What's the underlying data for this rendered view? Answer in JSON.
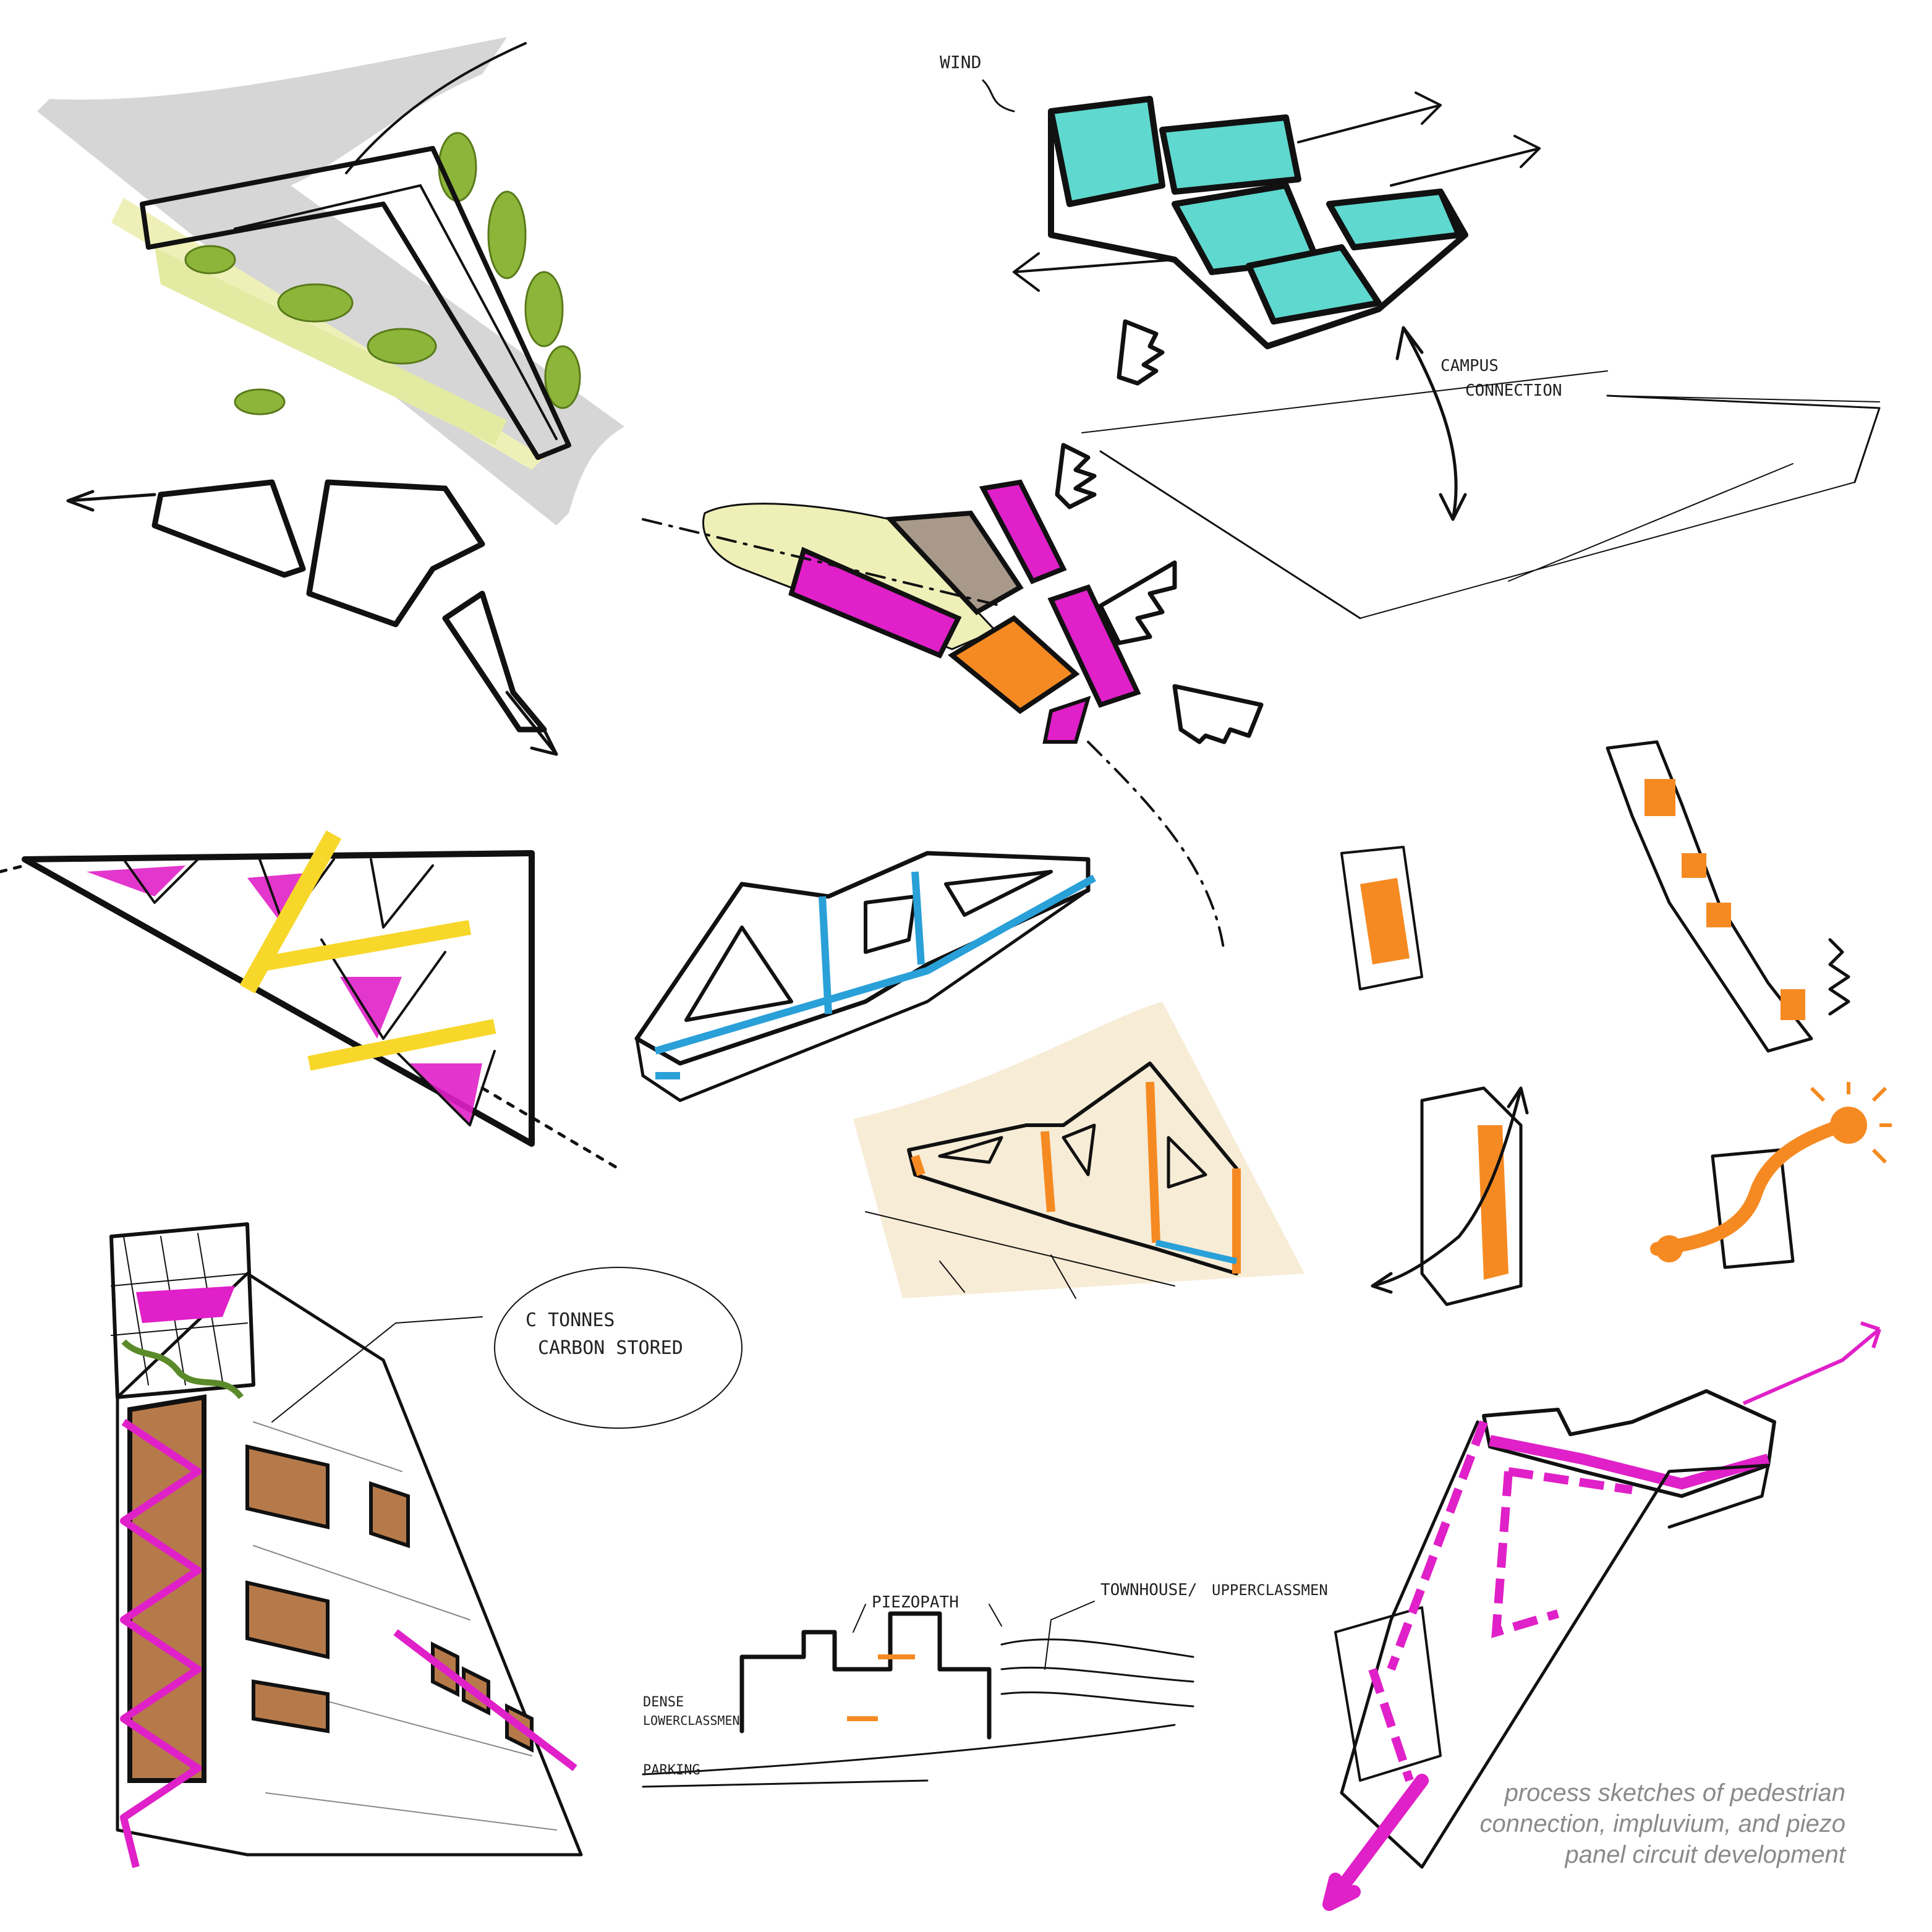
{
  "annotations": {
    "wind": "WIND",
    "campus_connection_1": "CAMPUS",
    "campus_connection_2": "CONNECTION",
    "carbon_1": "C TONNES",
    "carbon_2": "CARBON STORED",
    "piezo_path": "PIEZOPATH",
    "townhouse": "TOWNHOUSE/",
    "upperclassmen": "UPPERCLASSMEN",
    "dense": "DENSE",
    "lowerclassmen": "LOWERCLASSMEN",
    "parking": "PARKING"
  },
  "caption": {
    "line1": "process sketches of pedestrian",
    "line2": "connection, impluvium, and piezo",
    "line3": "panel circuit development"
  },
  "colors": {
    "ink": "#111111",
    "magenta": "#e020c8",
    "teal": "#5fd8cf",
    "orange": "#f58a22",
    "yellow": "#f7d72a",
    "green": "#8cb53a",
    "pale_yellow": "#eef0b8",
    "grey_wash": "#c9c9c9",
    "blue": "#2aa0d8",
    "brown": "#b67a4a",
    "taupe": "#a8998a",
    "caption_grey": "#8a8a8a"
  }
}
